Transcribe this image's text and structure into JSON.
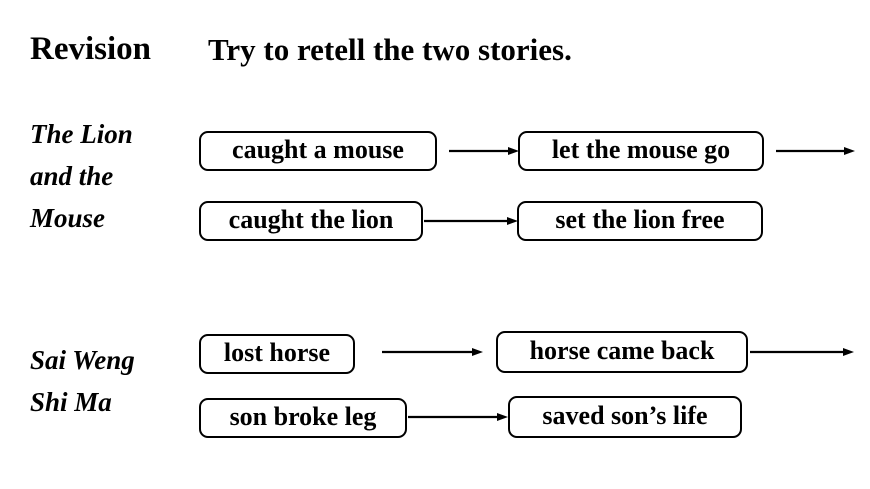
{
  "page": {
    "background_color": "#ffffff",
    "ink_color": "#000000"
  },
  "headings": {
    "revision_label": "Revision",
    "instruction": "Try to retell the two stories."
  },
  "stories": [
    {
      "id": "lion-and-mouse",
      "label": "The Lion\nand the\nMouse",
      "rows": [
        {
          "id": "row-1",
          "nodes": [
            "caught a mouse",
            "let the mouse go"
          ],
          "arrows": [
            "between",
            "trailing"
          ]
        },
        {
          "id": "row-2",
          "nodes": [
            "caught the lion",
            "set the lion free"
          ],
          "arrows": [
            "between"
          ]
        }
      ]
    },
    {
      "id": "sai-weng-shi-ma",
      "label": "Sai Weng\nShi Ma",
      "rows": [
        {
          "id": "row-3",
          "nodes": [
            "lost horse",
            "horse came back"
          ],
          "arrows": [
            "between",
            "trailing"
          ]
        },
        {
          "id": "row-4",
          "nodes": [
            "son broke leg",
            "saved son’s life"
          ],
          "arrows": [
            "between"
          ]
        }
      ]
    }
  ],
  "boxes": {
    "r1c1": "caught a mouse",
    "r1c2": "let the mouse go",
    "r2c1": "caught the lion",
    "r2c2": "set the lion free",
    "r3c1": "lost horse",
    "r3c2": "horse came back",
    "r4c1": "son broke leg",
    "r4c2": "saved son’s life"
  }
}
